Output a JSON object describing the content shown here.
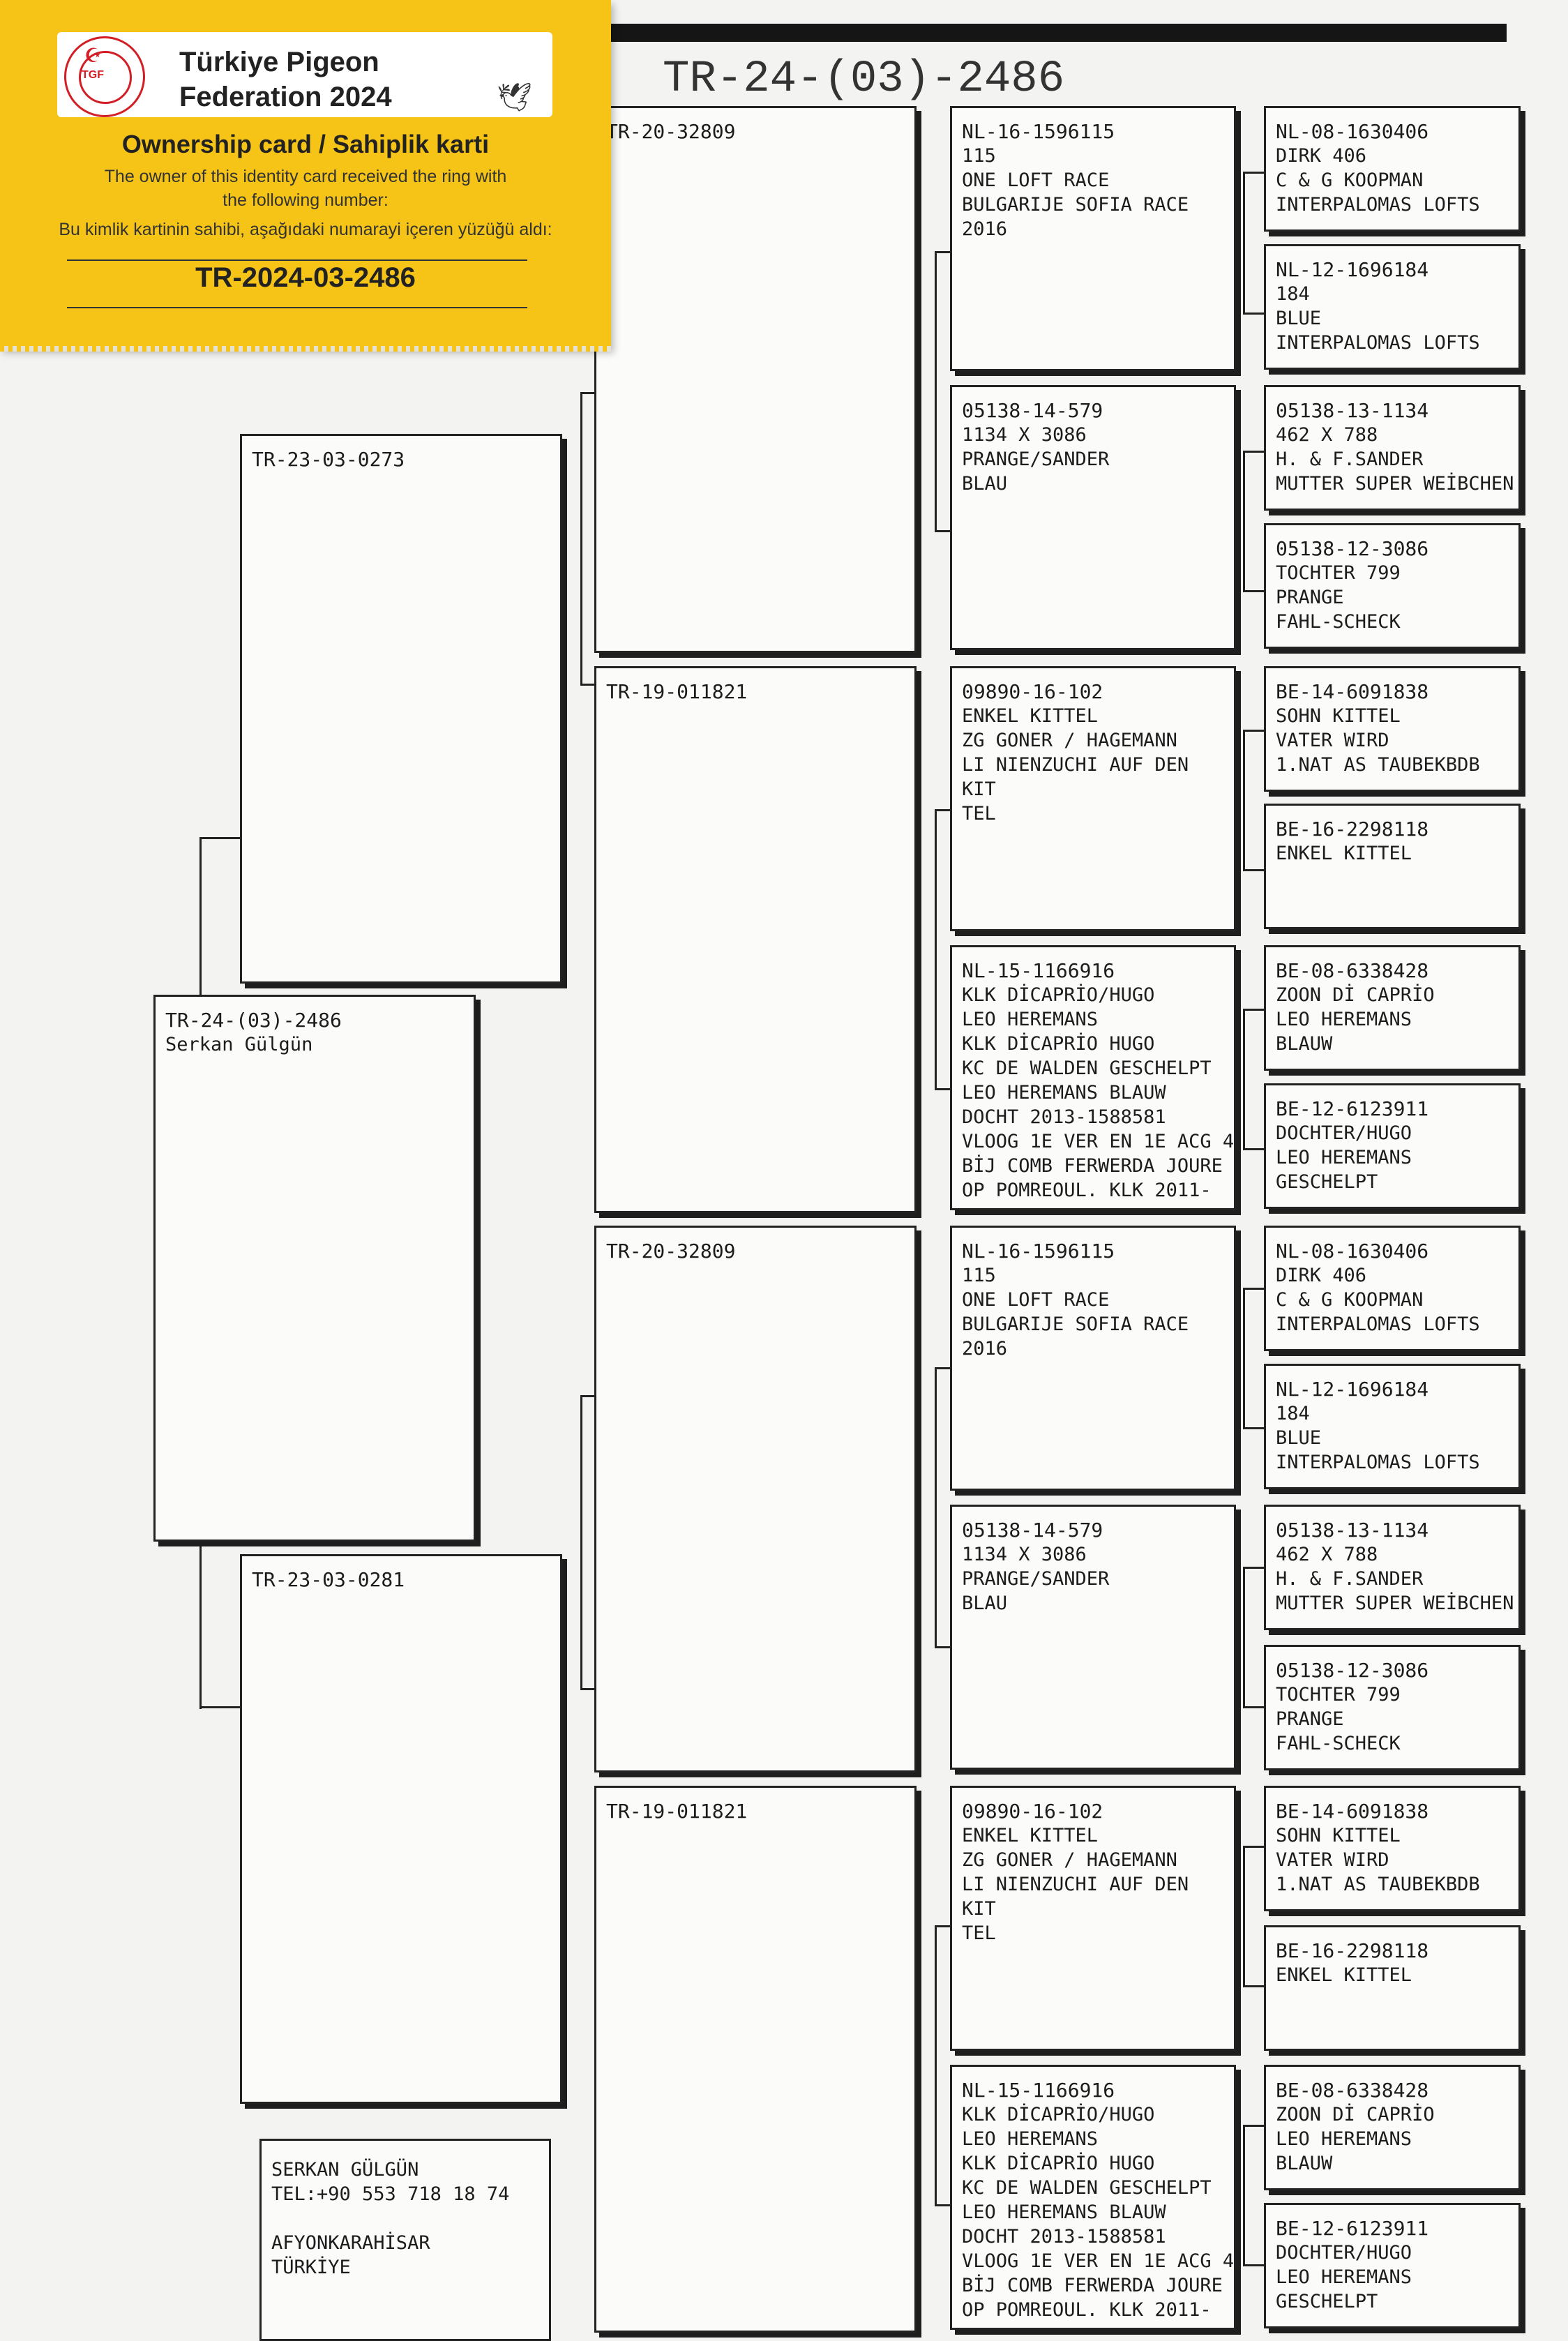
{
  "card": {
    "title_line1": "Türkiye Pigeon",
    "title_line2": "Federation 2024",
    "logo_text": "TGF",
    "heading": "Ownership card / Sahiplik karti",
    "text_en_1": "The owner of this identity card received the ring with",
    "text_en_2": "the following number:",
    "text_tr": "Bu kimlik kartinin sahibi, aşağıdaki numarayi içeren yüzüğü aldı:",
    "ring_number": "TR-2024-03-2486"
  },
  "pedigree_title": "TR-24-(03)-2486",
  "subject": {
    "lines": [
      "TR-24-(03)-2486",
      "Serkan Gülgün"
    ]
  },
  "parents": {
    "sire": {
      "lines": [
        "TR-23-03-0273"
      ]
    },
    "dam": {
      "lines": [
        "TR-23-03-0281"
      ]
    }
  },
  "grandparents": [
    {
      "lines": [
        "TR-20-32809"
      ]
    },
    {
      "lines": [
        "TR-19-011821"
      ]
    },
    {
      "lines": [
        "TR-20-32809"
      ]
    },
    {
      "lines": [
        "TR-19-011821"
      ]
    }
  ],
  "great_grandparents": [
    {
      "lines": [
        "NL-16-1596115",
        "115",
        "ONE LOFT RACE",
        "BULGARIJE SOFIA RACE",
        "2016"
      ]
    },
    {
      "lines": [
        "05138-14-579",
        "1134 X 3086",
        "PRANGE/SANDER",
        "BLAU"
      ]
    },
    {
      "lines": [
        "09890-16-102",
        "ENKEL KITTEL",
        "ZG GONER / HAGEMANN",
        "LI NIENZUCHI AUF DEN",
        "KIT",
        "TEL"
      ]
    },
    {
      "lines": [
        "NL-15-1166916",
        "KLK DİCAPRİO/HUGO",
        "LEO HEREMANS",
        "KLK DİCAPRİO HUGO",
        "KC DE WALDEN GESCHELPT",
        "LEO HEREMANS BLAUW",
        "DOCHT 2013-1588581",
        "VLOOG 1E VER EN 1E ACG 4",
        "BİJ COMB FERWERDA JOURE",
        "OP POMREOUL. KLK 2011-"
      ]
    },
    {
      "lines": [
        "NL-16-1596115",
        "115",
        "ONE LOFT RACE",
        "BULGARIJE SOFIA RACE",
        "2016"
      ]
    },
    {
      "lines": [
        "05138-14-579",
        "1134 X 3086",
        "PRANGE/SANDER",
        "BLAU"
      ]
    },
    {
      "lines": [
        "09890-16-102",
        "ENKEL KITTEL",
        "ZG GONER / HAGEMANN",
        "LI NIENZUCHI AUF DEN",
        "KIT",
        "TEL"
      ]
    },
    {
      "lines": [
        "NL-15-1166916",
        "KLK DİCAPRİO/HUGO",
        "LEO HEREMANS",
        "KLK DİCAPRİO HUGO",
        "KC DE WALDEN GESCHELPT",
        "LEO HEREMANS BLAUW",
        "DOCHT 2013-1588581",
        "VLOOG 1E VER EN 1E ACG 4",
        "BİJ COMB FERWERDA JOURE",
        "OP POMREOUL. KLK 2011-"
      ]
    }
  ],
  "great_great_grandparents": [
    {
      "lines": [
        "NL-08-1630406",
        "DIRK 406",
        "C & G KOOPMAN",
        "INTERPALOMAS LOFTS"
      ]
    },
    {
      "lines": [
        "NL-12-1696184",
        "184",
        "BLUE",
        "INTERPALOMAS LOFTS"
      ]
    },
    {
      "lines": [
        "05138-13-1134",
        "462 X 788",
        "H. & F.SANDER",
        "MUTTER SUPER WEİBCHEN"
      ]
    },
    {
      "lines": [
        "05138-12-3086",
        "TOCHTER 799",
        "PRANGE",
        "FAHL-SCHECK"
      ]
    },
    {
      "lines": [
        "BE-14-6091838",
        "SOHN KITTEL",
        "VATER WIRD",
        "1.NAT AS TAUBEKBDB"
      ]
    },
    {
      "lines": [
        "BE-16-2298118",
        "ENKEL KITTEL"
      ]
    },
    {
      "lines": [
        "BE-08-6338428",
        "ZOON Dİ CAPRİO",
        "LEO HEREMANS",
        "BLAUW"
      ]
    },
    {
      "lines": [
        "BE-12-6123911",
        "DOCHTER/HUGO",
        "LEO HEREMANS",
        "GESCHELPT"
      ]
    },
    {
      "lines": [
        "NL-08-1630406",
        "DIRK 406",
        "C & G KOOPMAN",
        "INTERPALOMAS LOFTS"
      ]
    },
    {
      "lines": [
        "NL-12-1696184",
        "184",
        "BLUE",
        "INTERPALOMAS LOFTS"
      ]
    },
    {
      "lines": [
        "05138-13-1134",
        "462 X 788",
        "H. & F.SANDER",
        "MUTTER SUPER WEİBCHEN"
      ]
    },
    {
      "lines": [
        "05138-12-3086",
        "TOCHTER 799",
        "PRANGE",
        "FAHL-SCHECK"
      ]
    },
    {
      "lines": [
        "BE-14-6091838",
        "SOHN KITTEL",
        "VATER WIRD",
        "1.NAT AS TAUBEKBDB"
      ]
    },
    {
      "lines": [
        "BE-16-2298118",
        "ENKEL KITTEL"
      ]
    },
    {
      "lines": [
        "BE-08-6338428",
        "ZOON Dİ CAPRİO",
        "LEO HEREMANS",
        "BLAUW"
      ]
    },
    {
      "lines": [
        "BE-12-6123911",
        "DOCHTER/HUGO",
        "LEO HEREMANS",
        "GESCHELPT"
      ]
    }
  ],
  "owner": {
    "lines": [
      "SERKAN GÜLGÜN",
      "TEL:+90 553 718 18 74",
      "",
      "AFYONKARAHİSAR",
      "TÜRKİYE"
    ]
  }
}
